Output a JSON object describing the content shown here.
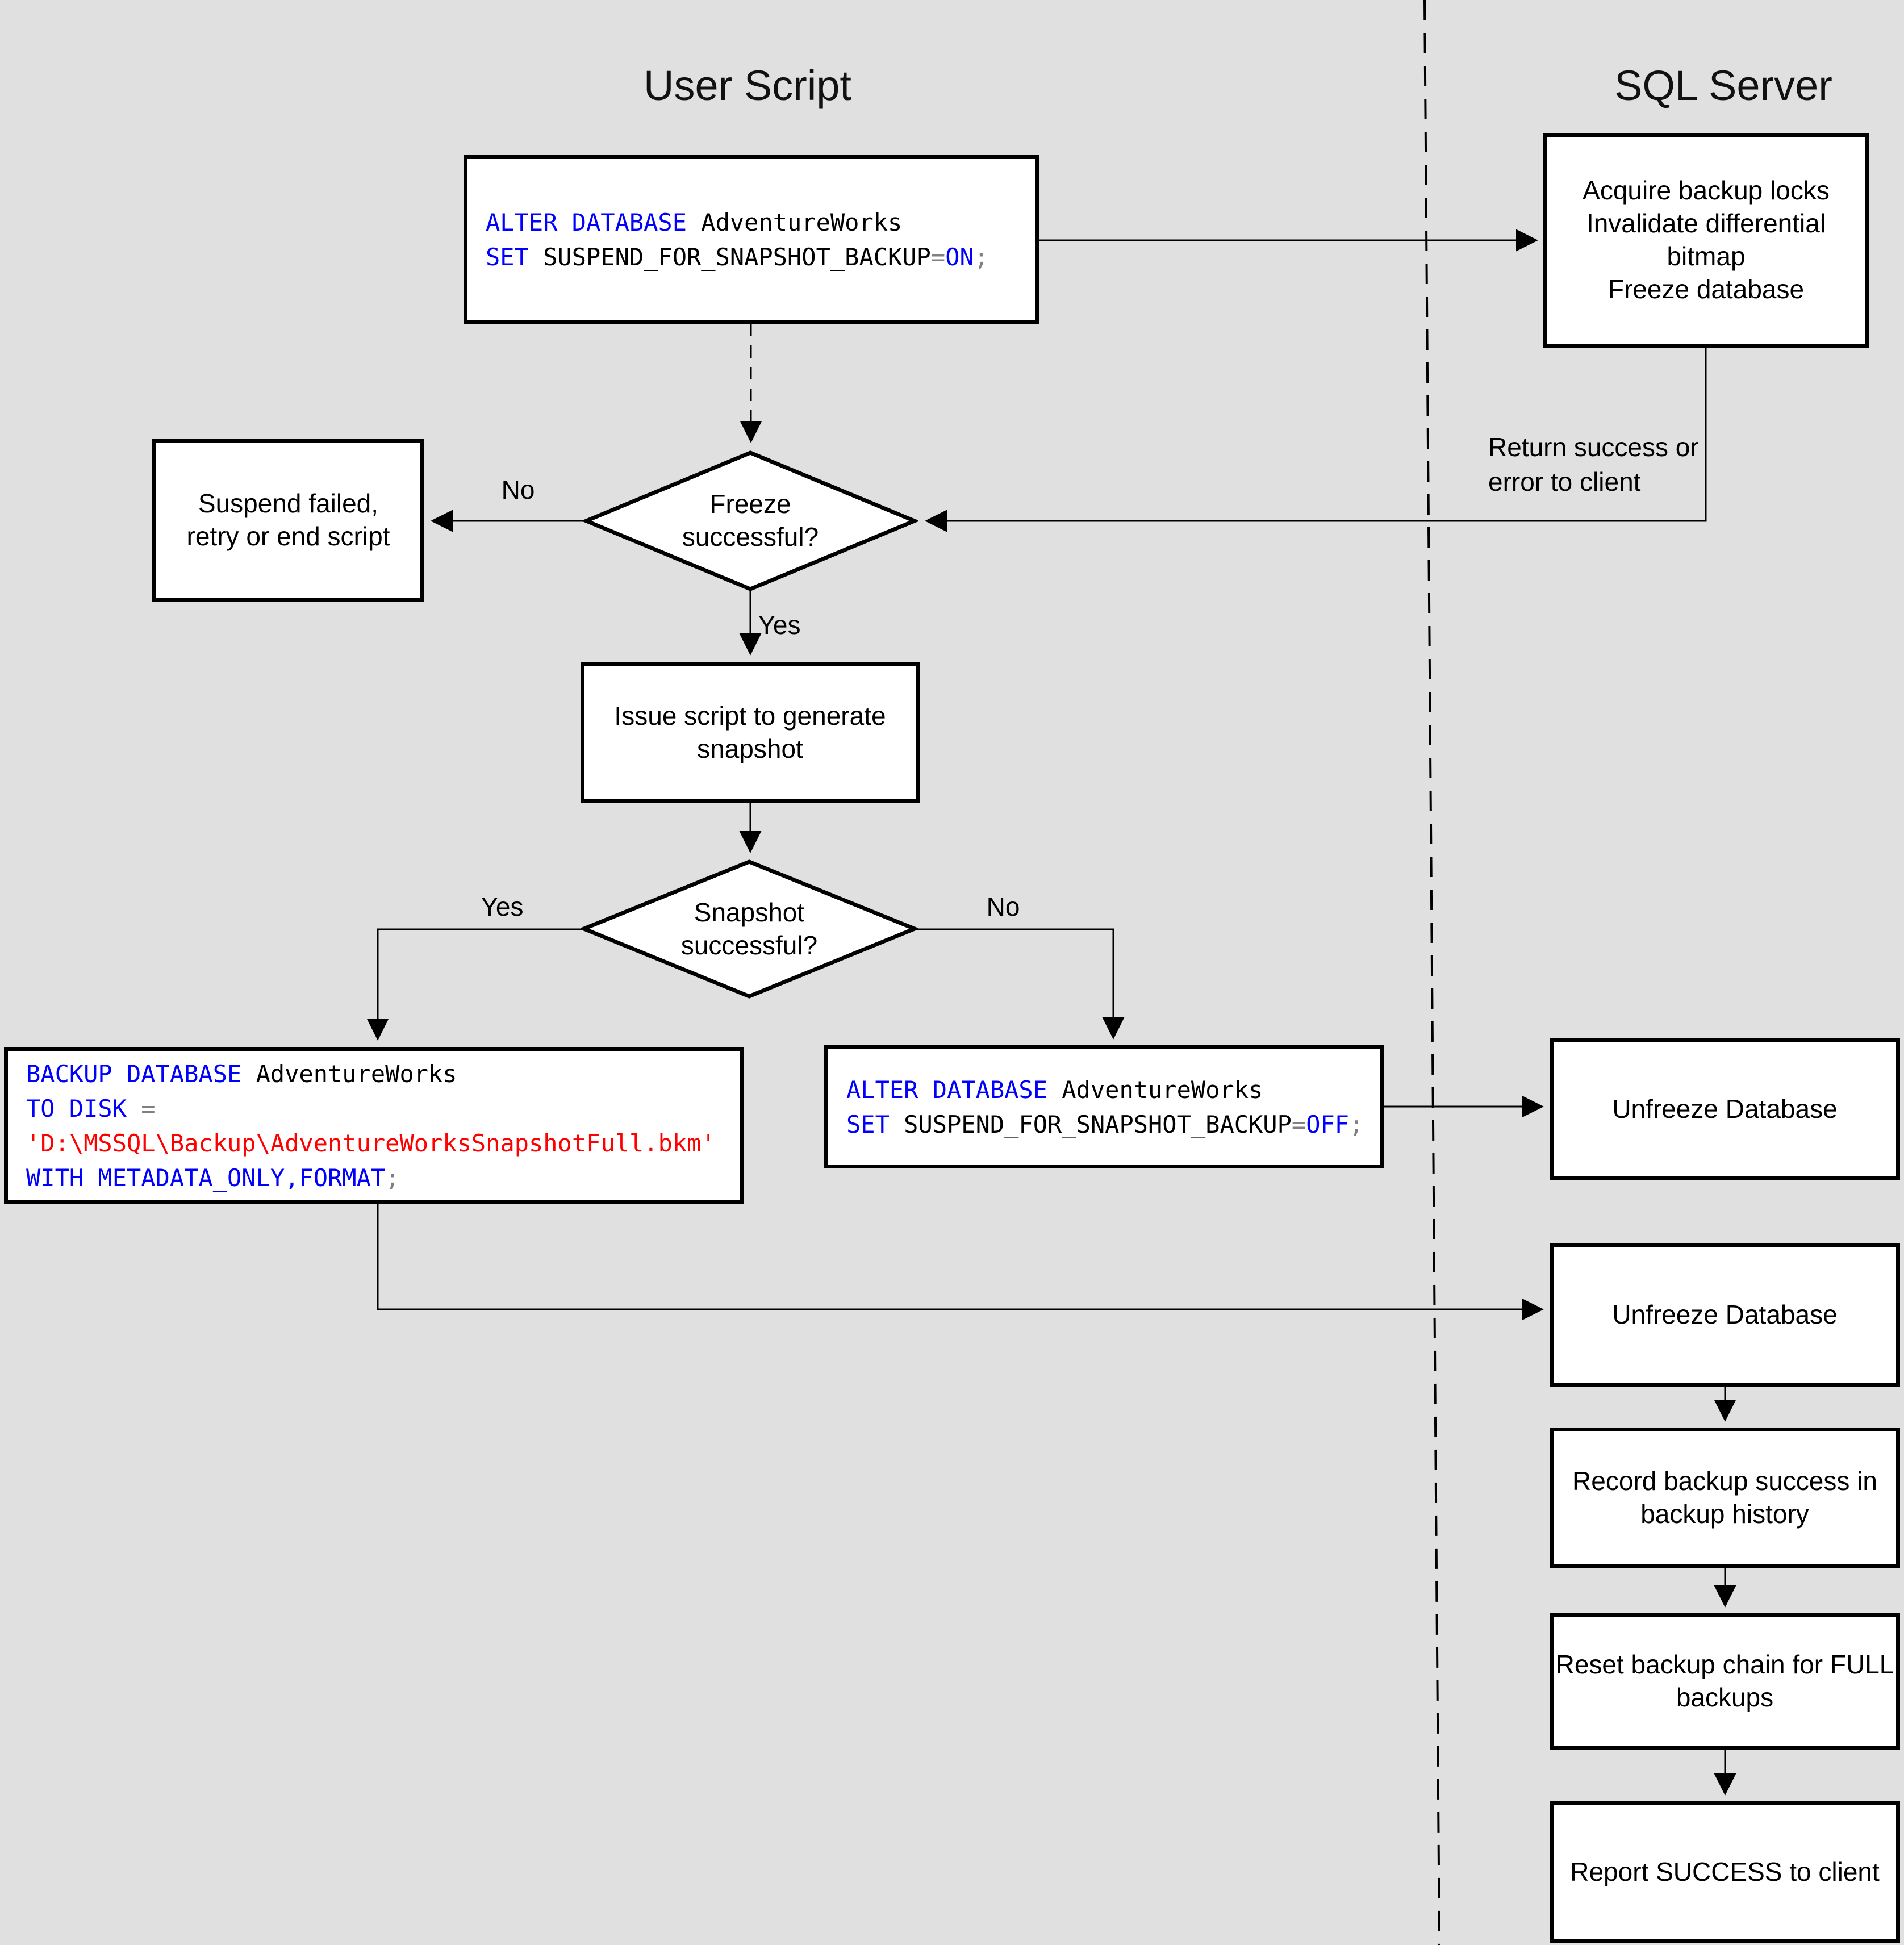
{
  "colors": {
    "background": "#e0e0e0",
    "box_fill": "#ffffff",
    "stroke": "#000000",
    "sql_keyword": "#0000ff",
    "sql_identifier": "#000000",
    "sql_operator": "#808080",
    "sql_string": "#ff0000"
  },
  "titles": {
    "left": "User Script",
    "right": "SQL Server"
  },
  "labels": {
    "freeze_no": "No",
    "freeze_yes": "Yes",
    "snapshot_yes": "Yes",
    "snapshot_no": "No",
    "return_note": "Return success or\nerror to client"
  },
  "nodes": {
    "acquire": "Acquire backup locks\nInvalidate differential\nbitmap\nFreeze database",
    "suspend": "Suspend failed,\nretry or end script",
    "freeze_q": "Freeze\nsuccessful?",
    "issue": "Issue script to generate\nsnapshot",
    "snapshot_q": "Snapshot\nsuccessful?",
    "unfreeze_1": "Unfreeze Database",
    "unfreeze_2": "Unfreeze Database",
    "record": "Record backup success in\nbackup history",
    "reset": "Reset backup chain for FULL\nbackups",
    "report": "Report SUCCESS to client"
  },
  "code": {
    "alter_on": {
      "l1": [
        {
          "t": "ALTER DATABASE "
        },
        {
          "t": "AdventureWorks"
        }
      ],
      "l2": [
        {
          "t": "SET "
        },
        {
          "t": "SUSPEND_FOR_SNAPSHOT_BACKUP"
        },
        {
          "t": "="
        },
        {
          "t": "ON"
        },
        {
          "t": ";"
        }
      ]
    },
    "backup": {
      "l1": [
        {
          "t": "BACKUP DATABASE "
        },
        {
          "t": "AdventureWorks"
        }
      ],
      "l2": [
        {
          "t": "TO DISK "
        },
        {
          "t": "="
        }
      ],
      "l3": [
        {
          "t": "'D:\\MSSQL\\Backup\\AdventureWorksSnapshotFull.bkm'"
        }
      ],
      "l4": [
        {
          "t": "WITH METADATA_ONLY,FORMAT"
        },
        {
          "t": ";"
        }
      ]
    },
    "alter_off": {
      "l1": [
        {
          "t": "ALTER DATABASE "
        },
        {
          "t": "AdventureWorks"
        }
      ],
      "l2": [
        {
          "t": "SET "
        },
        {
          "t": "SUSPEND_FOR_SNAPSHOT_BACKUP"
        },
        {
          "t": "="
        },
        {
          "t": "OFF"
        },
        {
          "t": ";"
        }
      ]
    }
  }
}
